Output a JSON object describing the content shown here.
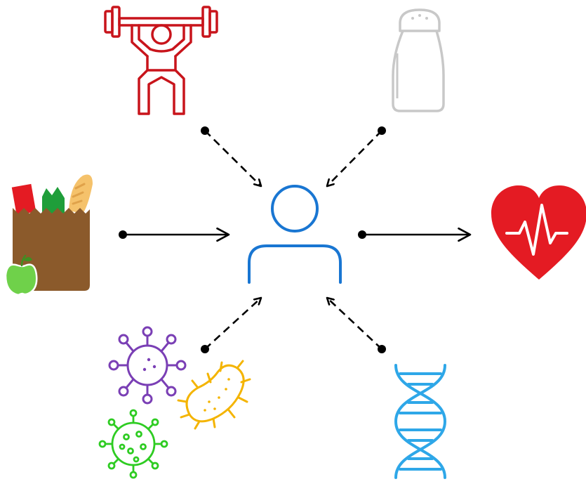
{
  "diagram": {
    "nodes": [
      {
        "id": "exercise",
        "icon": "weightlifter-icon",
        "color": "#c8141b"
      },
      {
        "id": "salt",
        "icon": "salt-shaker-icon",
        "color": "#c8c8c8"
      },
      {
        "id": "diet",
        "icon": "grocery-bag-icon",
        "color": "#8b5a2b"
      },
      {
        "id": "person",
        "icon": "person-icon",
        "color": "#1976d2"
      },
      {
        "id": "heart-health",
        "icon": "heart-pulse-icon",
        "color": "#e41b23"
      },
      {
        "id": "pathogens",
        "icons": [
          "virus-icon",
          "bacteria-icon",
          "coronavirus-icon"
        ],
        "colors": [
          "#7a3fb5",
          "#f4b400",
          "#2ecc22"
        ]
      },
      {
        "id": "genetics",
        "icon": "dna-icon",
        "color": "#2ea7e8"
      }
    ],
    "edges": [
      {
        "from": "exercise",
        "to": "person",
        "style": "dashed"
      },
      {
        "from": "salt",
        "to": "person",
        "style": "dashed"
      },
      {
        "from": "diet",
        "to": "person",
        "style": "solid"
      },
      {
        "from": "person",
        "to": "heart-health",
        "style": "solid"
      },
      {
        "from": "pathogens",
        "to": "person",
        "style": "dashed"
      },
      {
        "from": "genetics",
        "to": "person",
        "style": "dashed"
      }
    ]
  }
}
